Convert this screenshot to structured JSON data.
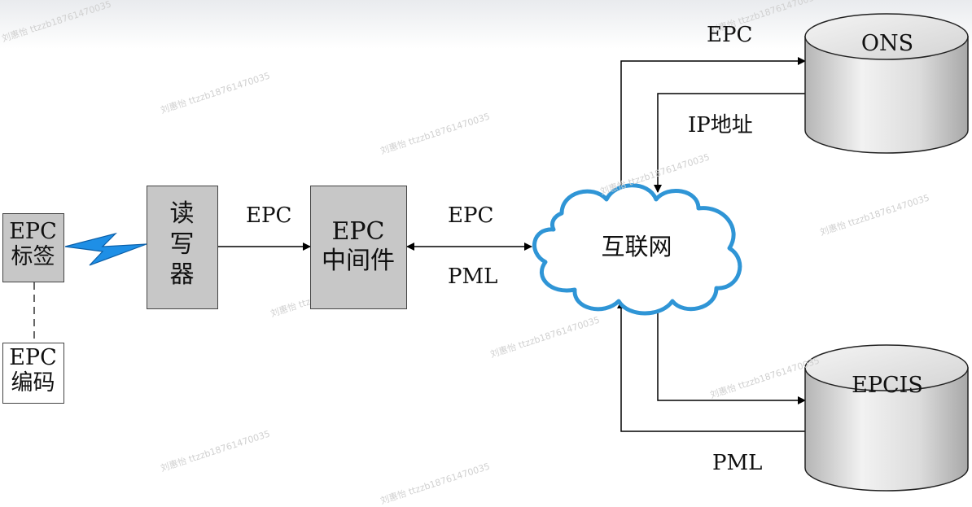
{
  "nodes": {
    "epc_tag": "EPC\n标签",
    "epc_code": "EPC\n编码",
    "reader": "读\n写\n器",
    "middleware": "EPC\n中间件",
    "internet": "互联网",
    "ons": "ONS",
    "epcis": "EPCIS"
  },
  "edge_labels": {
    "reader_to_middleware": "EPC",
    "middleware_internet_top": "EPC",
    "middleware_internet_bottom": "PML",
    "to_ons": "EPC",
    "from_ons": "IP地址",
    "to_epcis": "PML"
  },
  "watermark": "刘惠怡 ttzzb18761470035",
  "colors": {
    "box_fill": "#c7c7c7",
    "cloud_stroke": "#2f95d6",
    "lightning": "#1e8fe6"
  }
}
